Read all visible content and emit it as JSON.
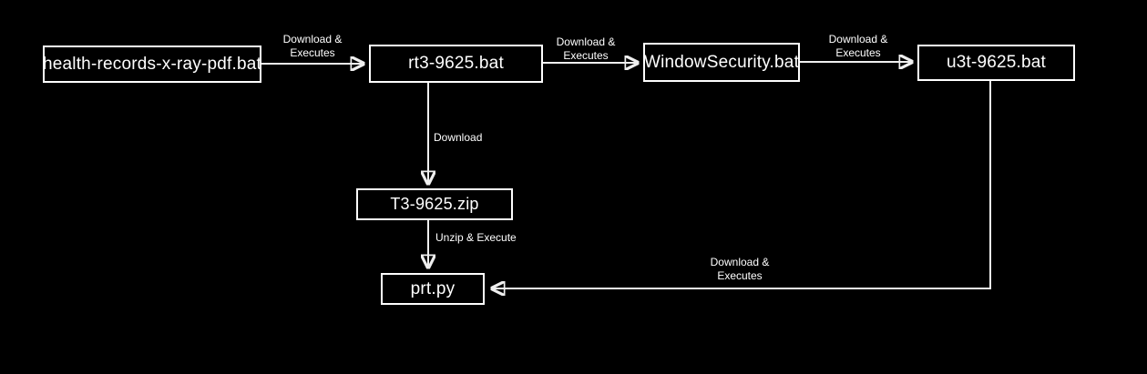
{
  "diagram": {
    "title": "malware-infection-chain",
    "colors": {
      "background": "#000000",
      "node_border": "#ffffff",
      "node_fill": "#000000",
      "text": "#ffffff",
      "arrow": "#efefef"
    },
    "nodes": [
      {
        "id": "health",
        "label": "health-records-x-ray-pdf.bat"
      },
      {
        "id": "rt3",
        "label": "rt3-9625.bat"
      },
      {
        "id": "windowsecurity",
        "label": "WindowSecurity.bat"
      },
      {
        "id": "u3t",
        "label": "u3t-9625.bat"
      },
      {
        "id": "t3zip",
        "label": "T3-9625.zip"
      },
      {
        "id": "prt",
        "label": "prt.py"
      }
    ],
    "edges": [
      {
        "from": "health",
        "to": "rt3",
        "label": "Download &\nExecutes"
      },
      {
        "from": "rt3",
        "to": "windowsecurity",
        "label": "Download &\nExecutes"
      },
      {
        "from": "windowsecurity",
        "to": "u3t",
        "label": "Download &\nExecutes"
      },
      {
        "from": "rt3",
        "to": "t3zip",
        "label": "Download"
      },
      {
        "from": "t3zip",
        "to": "prt",
        "label": "Unzip & Execute"
      },
      {
        "from": "u3t",
        "to": "prt",
        "label": "Download &\nExecutes"
      }
    ]
  }
}
